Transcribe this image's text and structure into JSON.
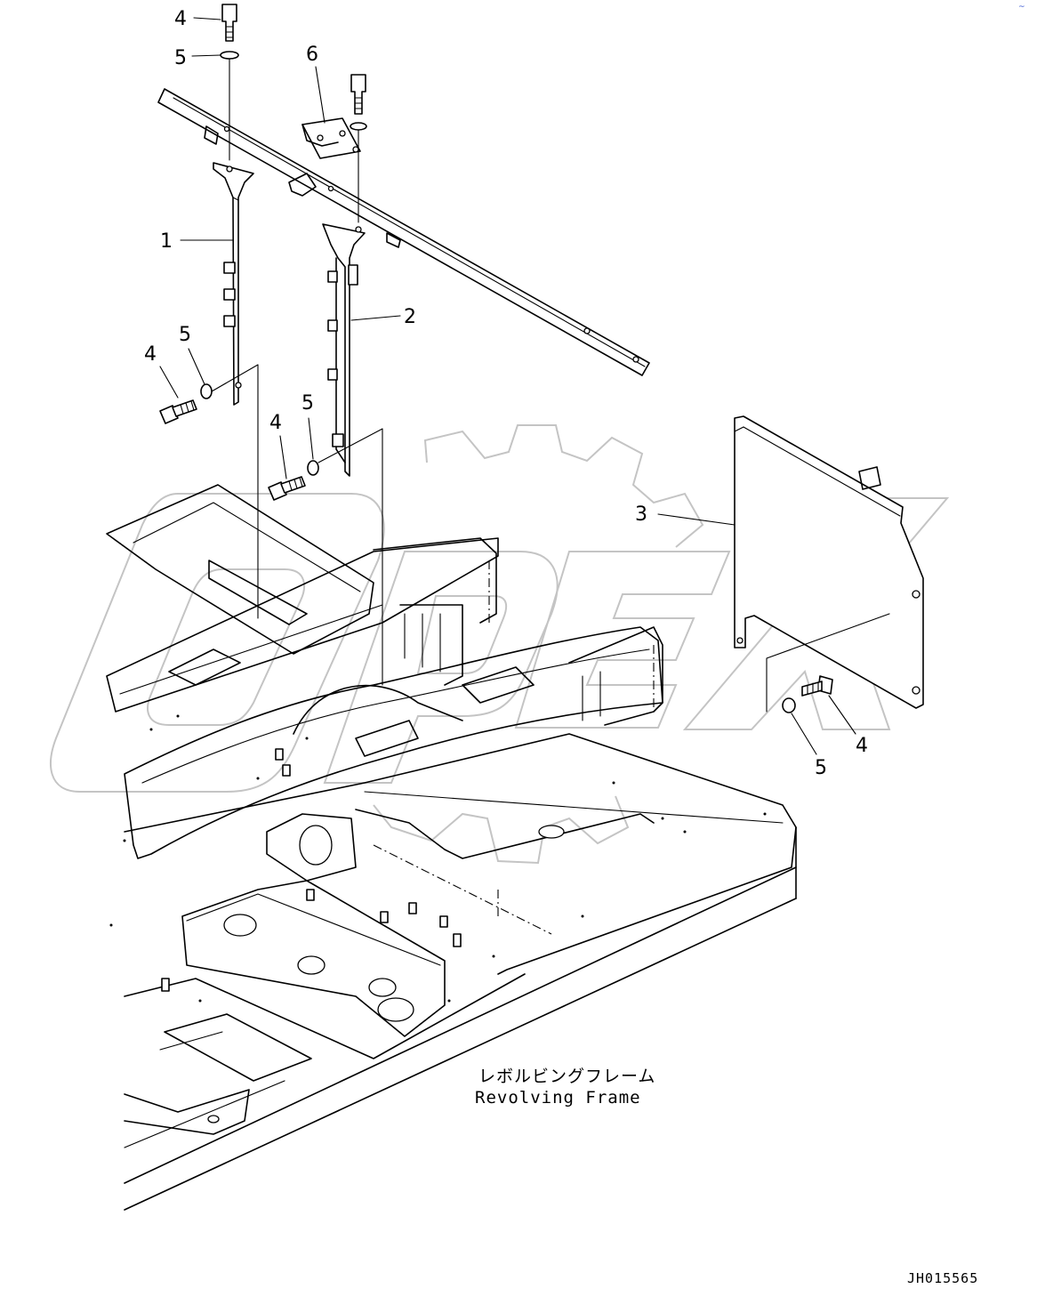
{
  "drawing": {
    "caption_jp": "レボルビングフレーム",
    "caption_en": "Revolving Frame",
    "drawing_id": "JH015565",
    "watermark_text": "OPEX",
    "corner_mark": "~"
  },
  "callouts": [
    {
      "id": "callout-1",
      "label": "1",
      "part": "left vertical bracket"
    },
    {
      "id": "callout-2",
      "label": "2",
      "part": "right vertical bracket"
    },
    {
      "id": "callout-3",
      "label": "3",
      "part": "cover plate"
    },
    {
      "id": "callout-4-top",
      "label": "4",
      "part": "bolt"
    },
    {
      "id": "callout-5-top",
      "label": "5",
      "part": "washer"
    },
    {
      "id": "callout-6",
      "label": "6",
      "part": "top plate"
    },
    {
      "id": "callout-4-left",
      "label": "4",
      "part": "bolt"
    },
    {
      "id": "callout-5-left",
      "label": "5",
      "part": "washer"
    },
    {
      "id": "callout-4-mid",
      "label": "4",
      "part": "bolt"
    },
    {
      "id": "callout-5-mid",
      "label": "5",
      "part": "washer"
    },
    {
      "id": "callout-4-right",
      "label": "4",
      "part": "bolt"
    },
    {
      "id": "callout-5-right",
      "label": "5",
      "part": "washer"
    }
  ],
  "colors": {
    "line": "#000000",
    "background": "#ffffff",
    "watermark": "#c4c4c4",
    "corner_mark": "#3050d0"
  }
}
